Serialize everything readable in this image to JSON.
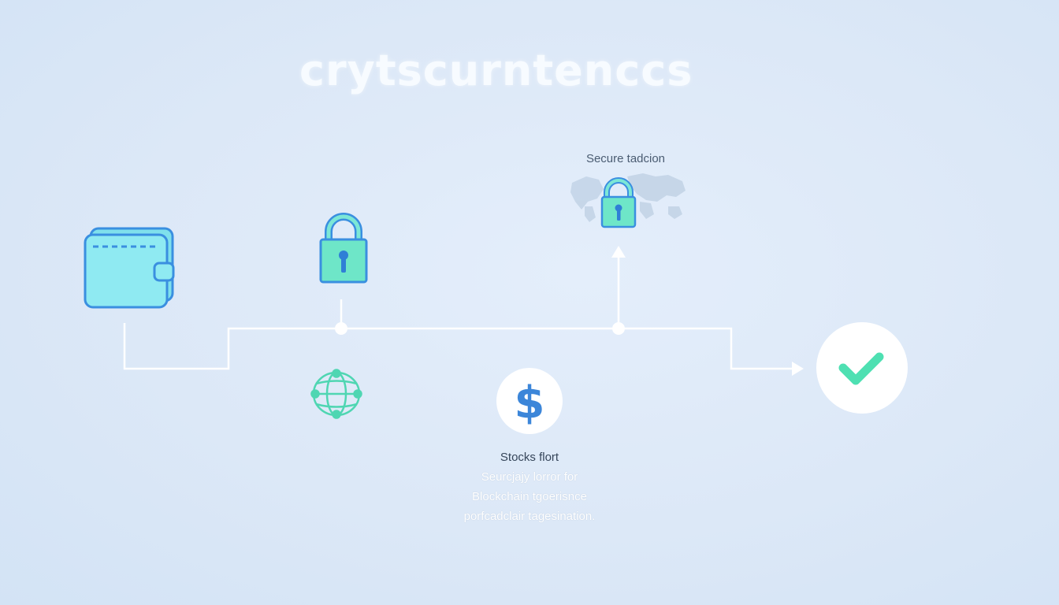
{
  "title": "crytscurntenccs",
  "labels": {
    "secure_transaction": "Secure tadcion",
    "stocks_flow": "Stocks flort",
    "desc_line1": "Seurcjajy lorror for",
    "desc_line2": "Blockchain tgoerisnce",
    "desc_line3": "porfcadclair tagesination."
  },
  "icons": {
    "wallet": "wallet-icon",
    "padlock_main": "padlock-icon",
    "padlock_secure": "padlock-icon",
    "world_map": "world-map-icon",
    "globe_network": "globe-network-icon",
    "dollar": "dollar-icon",
    "check": "check-icon"
  },
  "colors": {
    "accent_teal": "#5fe2c1",
    "accent_cyan": "#8ee8f0",
    "accent_blue": "#3f8ee0",
    "check_green": "#4ee0b2",
    "dollar_blue": "#3c86d9",
    "line": "#ffffff"
  }
}
